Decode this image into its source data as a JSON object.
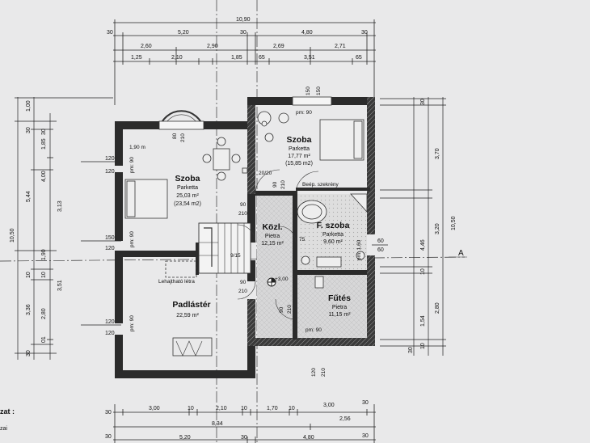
{
  "dimensions": {
    "top_total": "10,90",
    "top_row2": [
      "30",
      "5,20",
      "30",
      "4,80",
      "30"
    ],
    "top_row3": [
      "2,60",
      "2,90",
      "2,69",
      "2,71"
    ],
    "top_row4": [
      "1,25",
      "2,10",
      "1,85",
      "65",
      "3,51",
      "65"
    ],
    "bottom_row1": [
      "30",
      "3,00",
      "10",
      "2,10",
      "10",
      "1,70",
      "10",
      "3,00",
      "30"
    ],
    "bottom_row2": [
      "8,34",
      "2,56"
    ],
    "bottom_row3": [
      "30",
      "5,20",
      "30",
      "4,80",
      "30"
    ],
    "left_outer": [
      "1,00",
      "5,44",
      "1,90",
      "3,36",
      "10,50"
    ],
    "left_mid": [
      "30",
      "1,85",
      "4,00",
      "10",
      "2,80",
      "01"
    ],
    "left_inner": [
      "30",
      "3,13",
      "10",
      "3,51",
      "30"
    ],
    "left_openings": [
      "120",
      "120",
      "150",
      "120",
      "120",
      "120"
    ],
    "right_outer": [
      "10,50"
    ],
    "right_mid": [
      "3,70",
      "3,20",
      "2,80"
    ],
    "right_inner": [
      "30",
      "4,46",
      "10",
      "1,54",
      "10",
      "30"
    ],
    "right_openings": [
      "60",
      "60"
    ],
    "door_marks": [
      "150",
      "150",
      "120",
      "210"
    ]
  },
  "rooms": [
    {
      "name": "Szoba",
      "floor": "Parketta",
      "area": "17,77 m²",
      "area2": "(15,85 m2)"
    },
    {
      "name": "Szoba",
      "floor": "Parketta",
      "area": "25,03 m²",
      "area2": "(23,54 m2)"
    },
    {
      "name": "Közl.",
      "floor": "Pietra",
      "area": "12,15 m²"
    },
    {
      "name": "F. szoba",
      "floor": "Parketta",
      "area": "9,60 m²"
    },
    {
      "name": "Padlástér",
      "floor": "",
      "area": "22,59 m²"
    },
    {
      "name": "Fűtés",
      "floor": "Pietra",
      "area": "11,15 m²"
    }
  ],
  "notes": {
    "pm90_a": "pm: 90",
    "pm90_b": "pm: 90",
    "pm90_c": "pm: 90",
    "pm90_d": "pm: 90",
    "pm90_e": "pm: 90",
    "pm160": "pm: 1,60",
    "beepitett": "Beép. szekrény",
    "window_190": "1,90 m",
    "ladder": "Lehajtható létra",
    "level": "+3,00",
    "door_9015": "9/15",
    "door_2020": "20/20",
    "door_75": "75",
    "d90": "90",
    "d210": "210",
    "d80": "80",
    "axis_a": "A",
    "zat": "zat :",
    "zai": "zai"
  }
}
